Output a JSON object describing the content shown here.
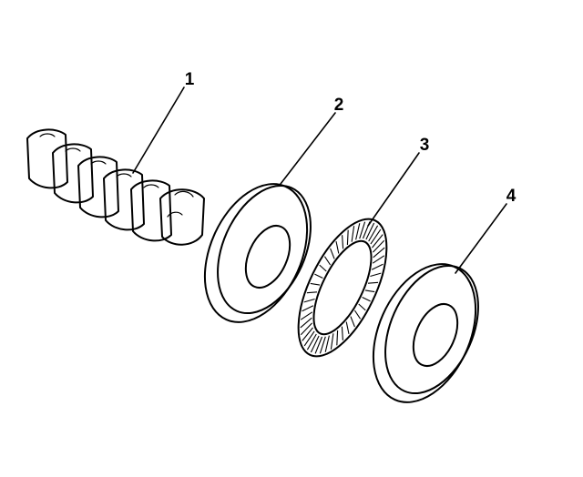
{
  "callouts": [
    {
      "label": "1"
    },
    {
      "label": "2"
    },
    {
      "label": "3"
    },
    {
      "label": "4"
    }
  ],
  "colors": {
    "ink": "#000000",
    "background": "#ffffff"
  }
}
